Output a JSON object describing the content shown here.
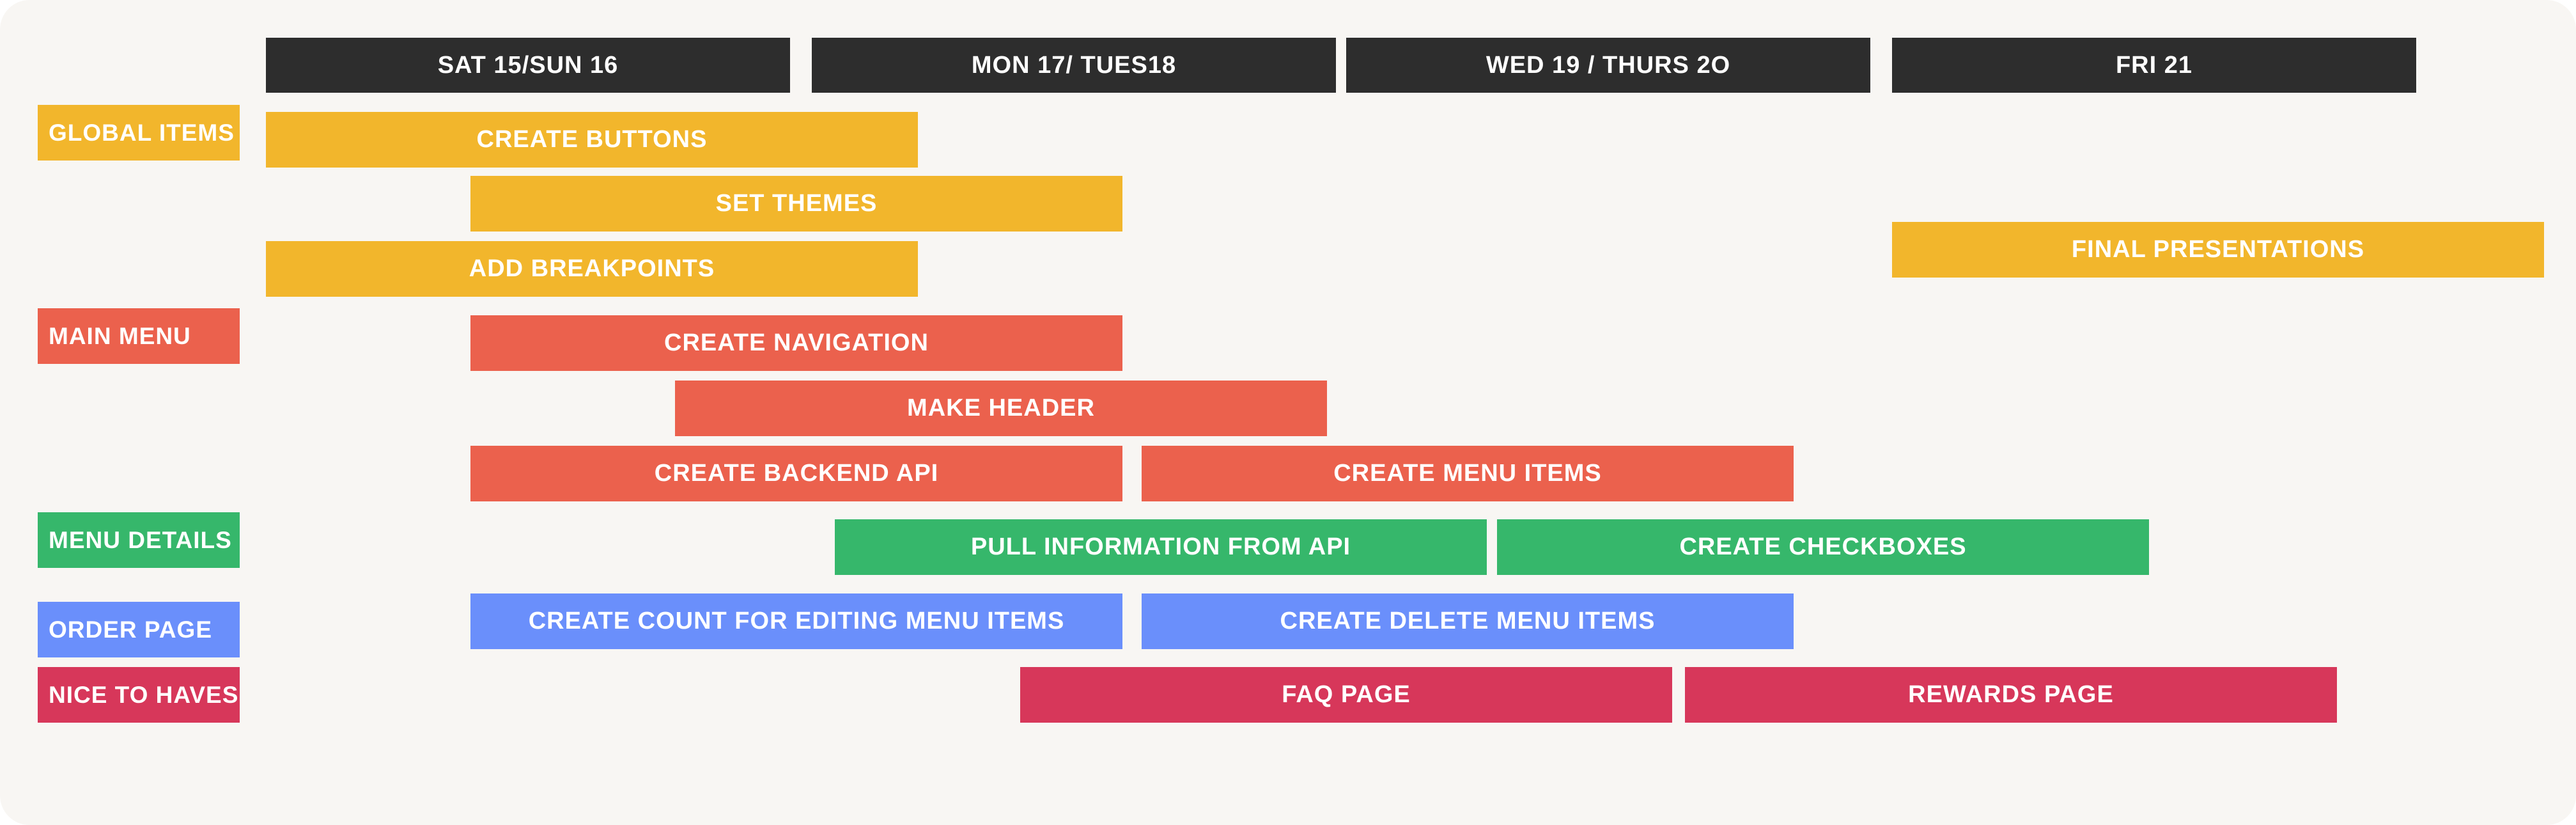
{
  "days": [
    "SAT 15/SUN 16",
    "MON 17/ TUES18",
    "WED 19 / THURS 2O",
    "FRI 21"
  ],
  "categories": {
    "global_items": "GLOBAL ITEMS",
    "main_menu": "MAIN MENU",
    "menu_details": "MENU DETAILS",
    "order_page": "ORDER PAGE",
    "nice_to_haves": "NICE TO HAVES"
  },
  "tasks": {
    "create_buttons": "CREATE BUTTONS",
    "set_themes": "SET THEMES",
    "add_breakpoints": "ADD BREAKPOINTS",
    "final_presentations": "FINAL PRESENTATIONS",
    "create_navigation": "CREATE NAVIGATION",
    "make_header": "MAKE HEADER",
    "create_backend_api": "CREATE BACKEND API",
    "create_menu_items": "CREATE MENU ITEMS",
    "pull_information_from_api": "PULL INFORMATION FROM API",
    "create_checkboxes": "CREATE CHECKBOXES",
    "create_count_for_editing_menu_items": "CREATE COUNT FOR EDITING MENU ITEMS",
    "create_delete_menu_items": "CREATE DELETE MENU ITEMS",
    "faq_page": "FAQ PAGE",
    "rewards_page": "REWARDS PAGE"
  },
  "colors": {
    "background": "#f8f6f3",
    "header": "#2d2d2d",
    "global_items": "#f2b62c",
    "main_menu": "#eb614d",
    "menu_details": "#36b76b",
    "order_page": "#6a8ffb",
    "nice_to_haves": "#d7375a"
  }
}
